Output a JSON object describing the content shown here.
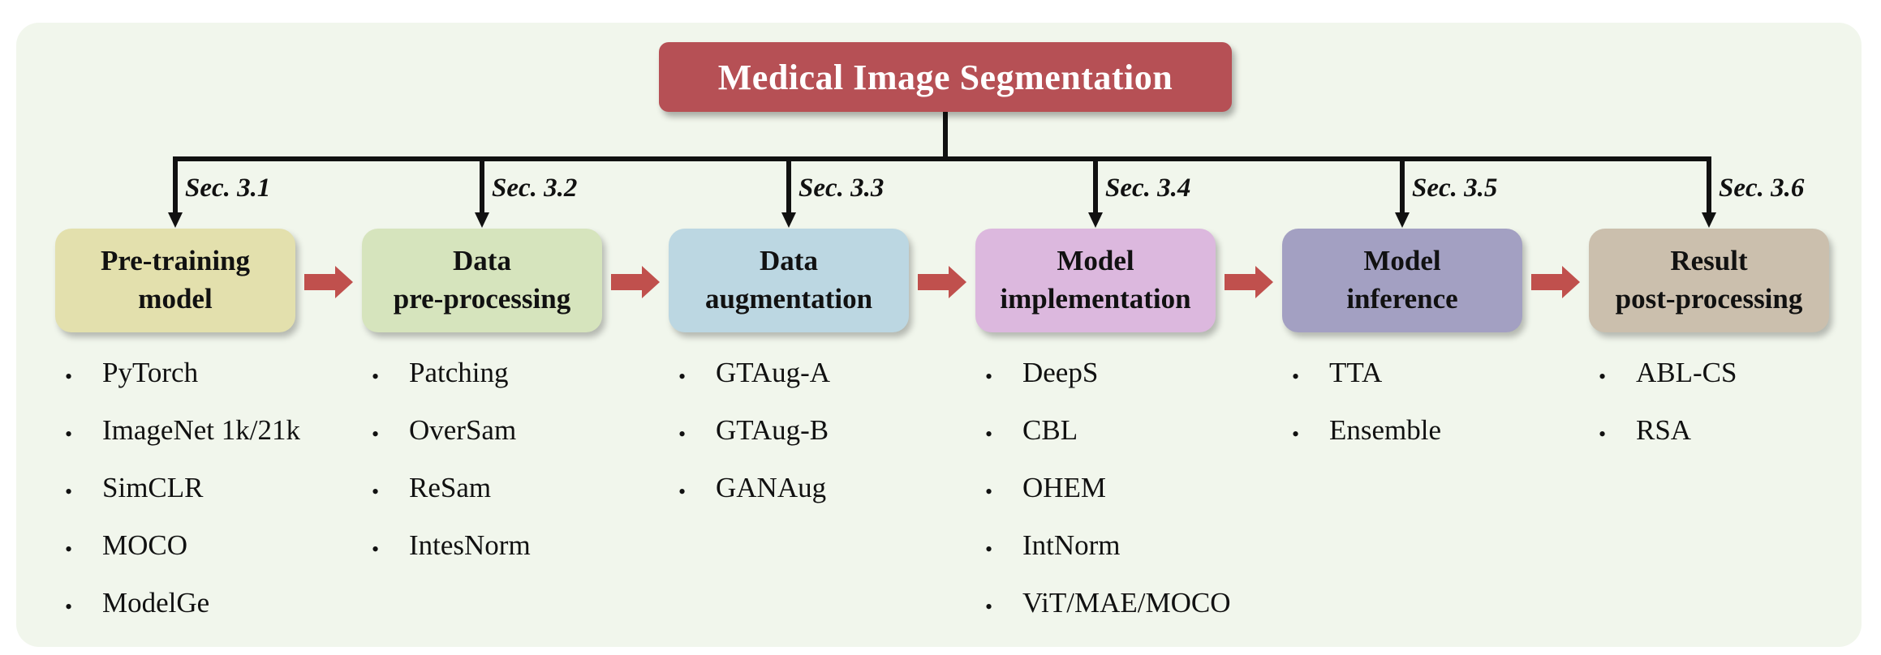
{
  "root": {
    "title": "Medical Image Segmentation",
    "color": "#b65055"
  },
  "stages": [
    {
      "section": "Sec. 3.1",
      "line1": "Pre-training",
      "line2": "model",
      "color": "#e3e0ad",
      "items": [
        "PyTorch",
        "ImageNet 1k/21k",
        "SimCLR",
        "MOCO",
        "ModelGe"
      ]
    },
    {
      "section": "Sec. 3.2",
      "line1": "Data",
      "line2": "pre-processing",
      "color": "#d6e4bd",
      "items": [
        "Patching",
        "OverSam",
        "ReSam",
        "IntesNorm"
      ]
    },
    {
      "section": "Sec. 3.3",
      "line1": "Data",
      "line2": "augmentation",
      "color": "#bcd7e2",
      "items": [
        "GTAug-A",
        "GTAug-B",
        "GANAug"
      ]
    },
    {
      "section": "Sec. 3.4",
      "line1": "Model",
      "line2": "implementation",
      "color": "#dcb8de",
      "items": [
        "DeepS",
        "CBL",
        "OHEM",
        "IntNorm",
        "ViT/MAE/MOCO"
      ]
    },
    {
      "section": "Sec. 3.5",
      "line1": "Model",
      "line2": "inference",
      "color": "#a3a0c2",
      "items": [
        "TTA",
        "Ensemble"
      ]
    },
    {
      "section": "Sec. 3.6",
      "line1": "Result",
      "line2": "post-processing",
      "color": "#cbbfad",
      "items": [
        "ABL-CS",
        "RSA"
      ]
    }
  ],
  "arrow_color": "#c0504d",
  "panel_color": "#f1f6ec"
}
